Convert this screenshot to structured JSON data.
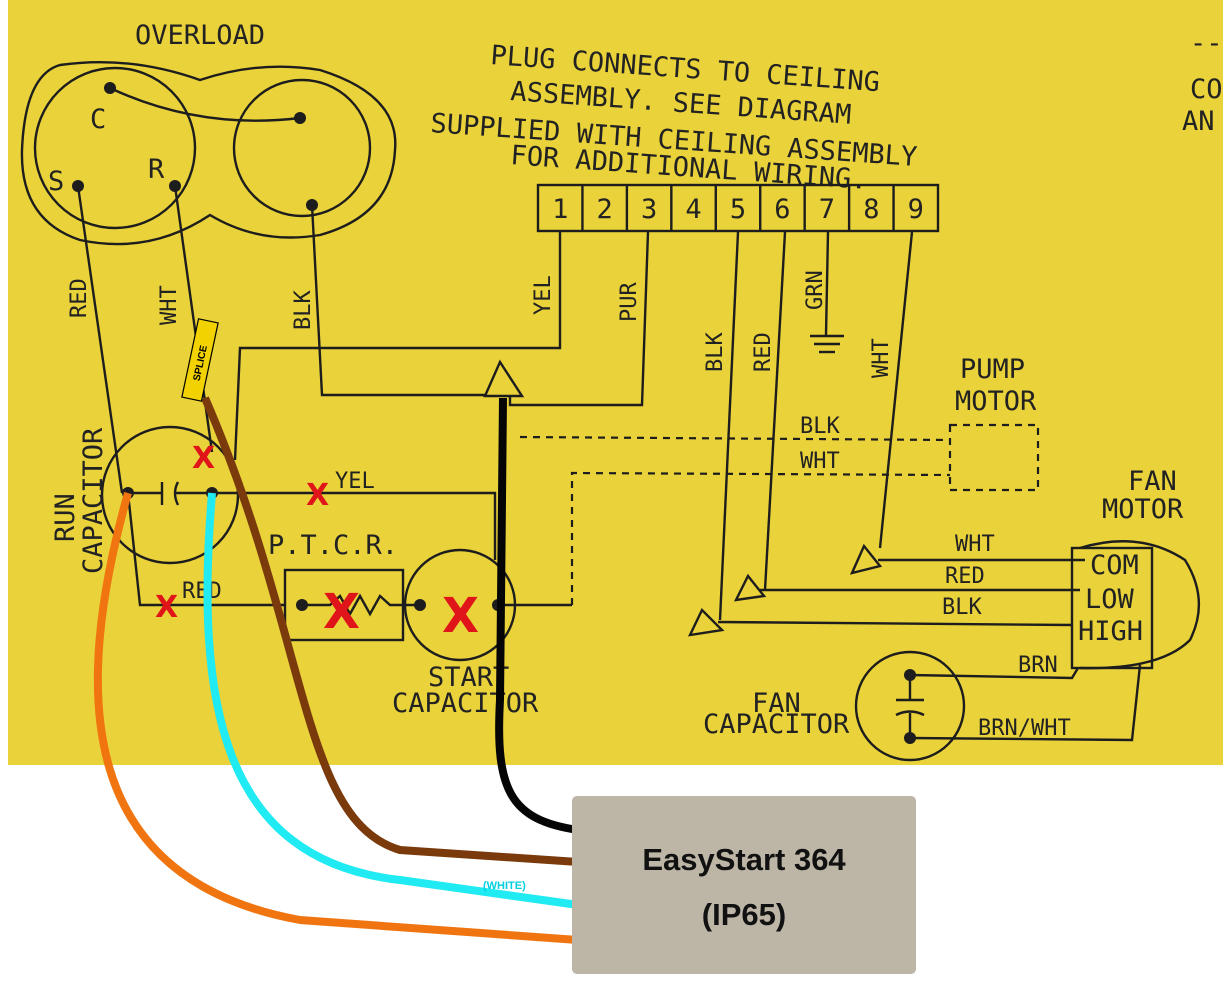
{
  "diagram": {
    "compressor_title": "OVERLOAD",
    "terminal_c": "C",
    "terminal_s": "S",
    "terminal_r": "R",
    "plug_note": [
      "PLUG CONNECTS TO CEILING",
      "ASSEMBLY.  SEE DIAGRAM",
      "SUPPLIED WITH CEILING ASSEMBLY",
      "FOR ADDITIONAL WIRING."
    ],
    "partial_right_1": "CO",
    "partial_right_2": "AN",
    "partial_right_dash": "--",
    "plug_pins": [
      "1",
      "2",
      "3",
      "4",
      "5",
      "6",
      "7",
      "8",
      "9"
    ],
    "wire_labels": {
      "red_s": "RED",
      "wht_r": "WHT",
      "blk_comp": "BLK",
      "yel_pin1": "YEL",
      "pur_pin3": "PUR",
      "blk_pin5": "BLK",
      "red_pin6": "RED",
      "grn_pin7": "GRN",
      "wht_pin9": "WHT",
      "blk_pump": "BLK",
      "wht_pump": "WHT",
      "yel_cap": "YEL",
      "red_cap": "RED",
      "wht_fan": "WHT",
      "red_fan": "RED",
      "blk_fan": "BLK",
      "brn": "BRN",
      "brn_wht": "BRN/WHT"
    },
    "run_capacitor": [
      "RUN",
      "CAPACITOR"
    ],
    "ptcr": "P.T.C.R.",
    "start_capacitor": [
      "START",
      "CAPACITOR"
    ],
    "pump_motor": [
      "PUMP",
      "MOTOR"
    ],
    "fan_motor": [
      "FAN",
      "MOTOR"
    ],
    "fan_terminals": [
      "COM",
      "LOW",
      "HIGH"
    ],
    "fan_capacitor": [
      "FAN",
      "CAPACITOR"
    ],
    "splice": "SPLICE",
    "white_note": "(WHITE)",
    "x_mark": "X"
  },
  "module": {
    "line1": "EasyStart 364",
    "line2": "(IP65)"
  },
  "colors": {
    "paper": "#e9d23a",
    "ink": "#1d1d1d",
    "x_mark": "#e0151a",
    "orange_wire": "#f07510",
    "cyan_wire": "#20eaf2",
    "brown_wire": "#7a3a0c",
    "black_wire": "#050505",
    "module_box": "#bdb5a6",
    "splice_tag": "#f2d200"
  }
}
